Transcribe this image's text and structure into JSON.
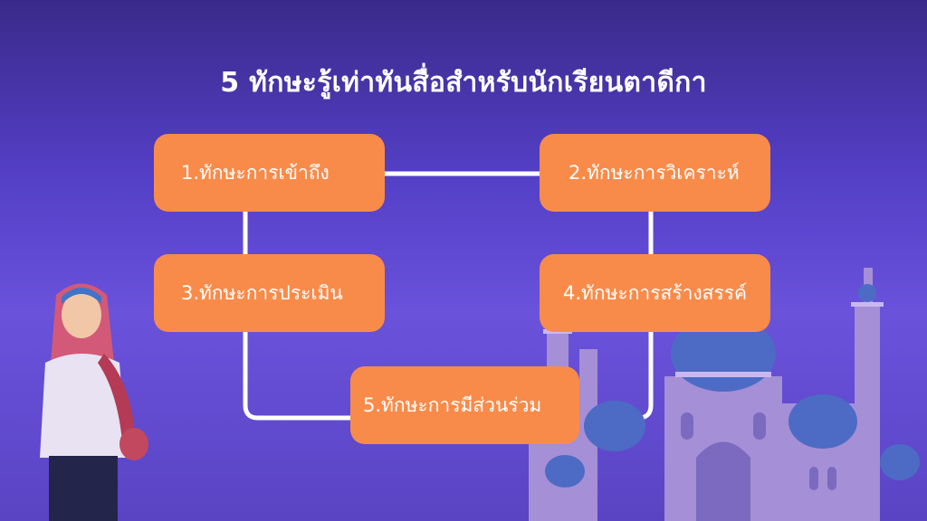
{
  "title": "5 ทักษะรู้เท่าทันสื่อสำหรับนักเรียนตาดีกา",
  "skills": [
    "1.ทักษะการเข้าถึง",
    "2.ทักษะการวิเคราะห์",
    "3.ทักษะการประเมิน",
    "4.ทักษะการสร้างสรรค์",
    "5.ทักษะการมีส่วนร่วม"
  ],
  "colors": {
    "box": "#f98b4a",
    "connector": "#ffffff",
    "background_top": "#3a2a8a",
    "background_bottom": "#6a52db"
  },
  "illustrations": [
    "mosque-illustration",
    "student-illustration"
  ]
}
